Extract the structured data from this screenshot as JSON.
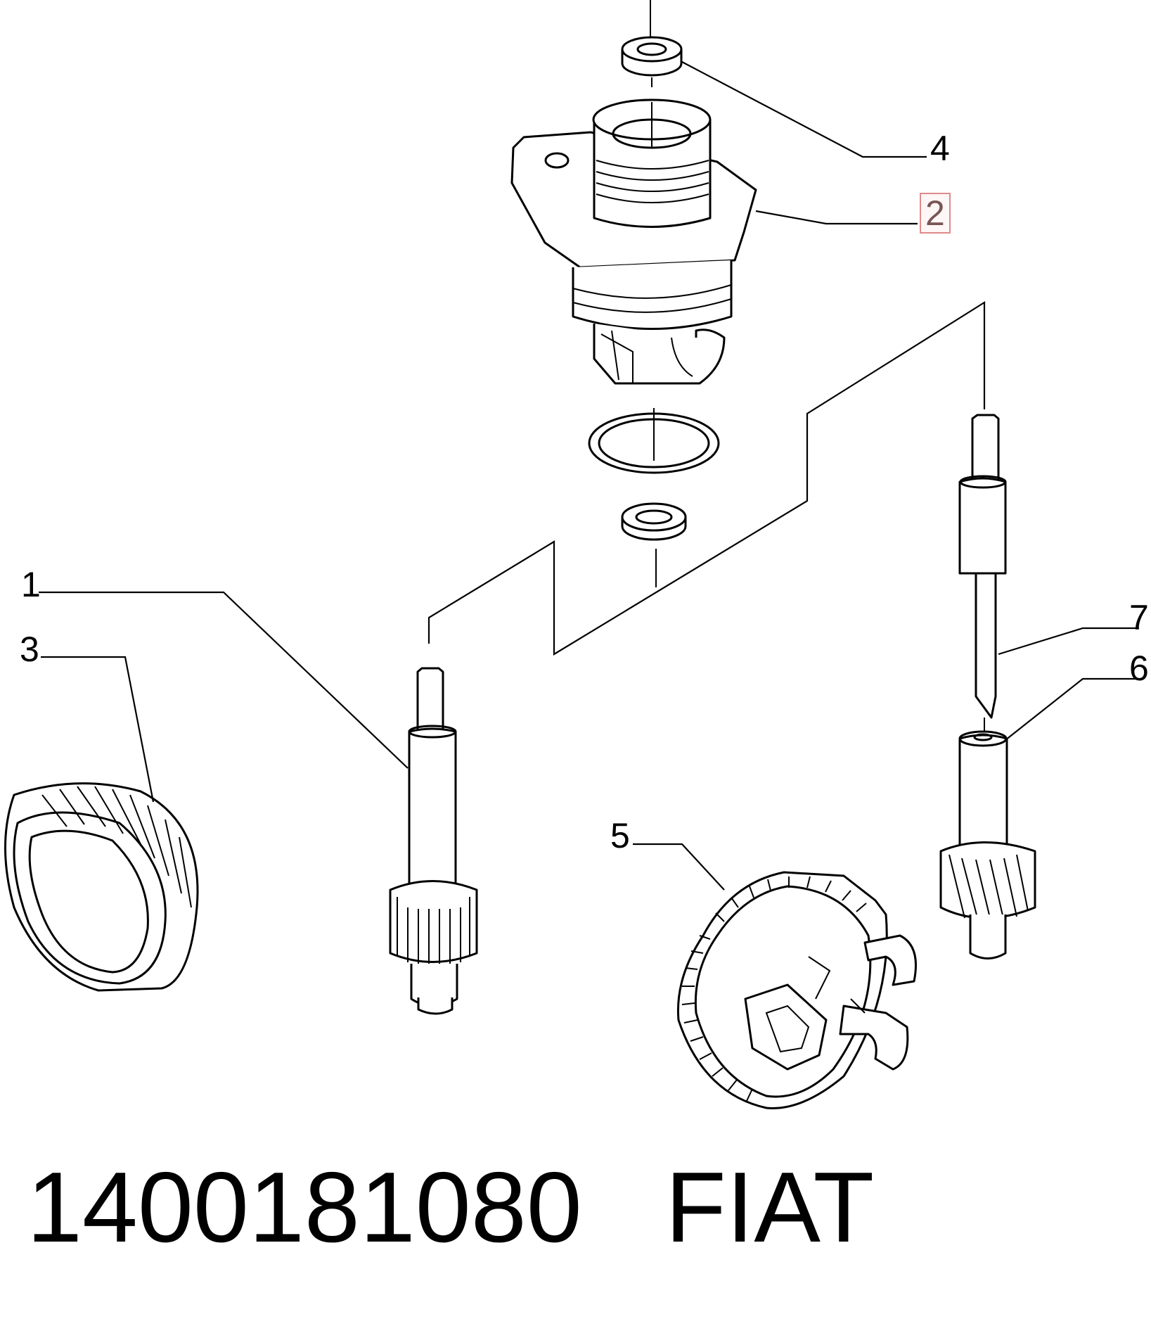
{
  "callouts": {
    "c1": "1",
    "c2": "2",
    "c3": "3",
    "c4": "4",
    "c5": "5",
    "c6": "6",
    "c7": "7"
  },
  "highlighted_callout": "2",
  "caption": {
    "part_number": "1400181080",
    "brand": "FIAT"
  },
  "colors": {
    "highlight_border": "#e08a8a",
    "highlight_text": "#7a5555"
  }
}
